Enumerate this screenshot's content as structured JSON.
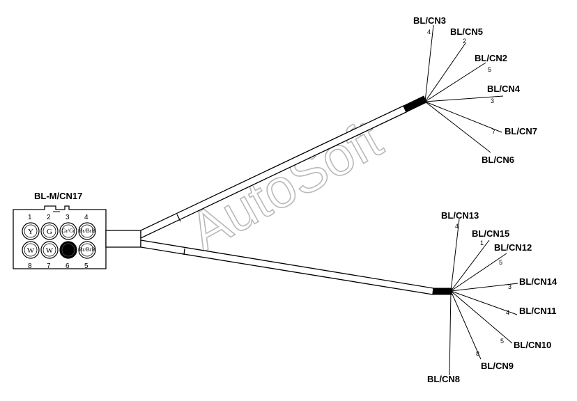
{
  "watermark": "AutoSoft",
  "connector": {
    "label": "BL-M/CN17",
    "pin_numbers_top": [
      "1",
      "2",
      "3",
      "4"
    ],
    "pin_numbers_bottom": [
      "8",
      "7",
      "6",
      "5"
    ],
    "cavities_top": [
      "Y",
      "G",
      "Gr/Gr",
      "Br/BrB"
    ],
    "cavities_bottom": [
      "W",
      "W",
      "",
      "Br/BrB"
    ],
    "filled_cavity_color": "#000000"
  },
  "branch_upper": {
    "connectors": [
      {
        "label": "BL/CN3",
        "pin": "4"
      },
      {
        "label": "BL/CN5",
        "pin": "2"
      },
      {
        "label": "BL/CN2",
        "pin": "5"
      },
      {
        "label": "BL/CN4",
        "pin": "3"
      },
      {
        "label": "BL/CN7",
        "pin": "7"
      },
      {
        "label": "BL/CN6",
        "pin": ""
      }
    ]
  },
  "branch_lower": {
    "connectors": [
      {
        "label": "BL/CN13",
        "pin": "4"
      },
      {
        "label": "BL/CN15",
        "pin": "1"
      },
      {
        "label": "BL/CN12",
        "pin": "5"
      },
      {
        "label": "BL/CN14",
        "pin": "3"
      },
      {
        "label": "BL/CN11",
        "pin": "4"
      },
      {
        "label": "BL/CN10",
        "pin": "5"
      },
      {
        "label": "BL/CN9",
        "pin": "8"
      },
      {
        "label": "BL/CN8",
        "pin": ""
      }
    ]
  }
}
